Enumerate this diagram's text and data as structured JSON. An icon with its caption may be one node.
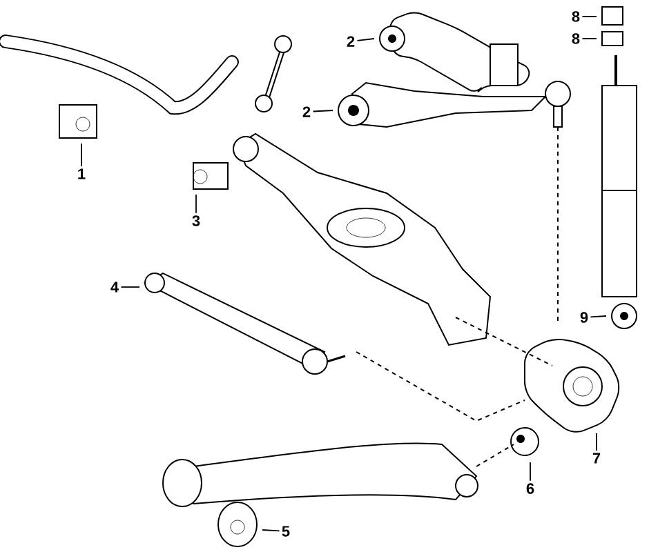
{
  "diagram": {
    "nodes": [
      {
        "text": [
          "1"
        ]
      },
      {
        "text": [
          "2"
        ]
      },
      {
        "text": [
          "2"
        ]
      },
      {
        "text": [
          "3"
        ]
      },
      {
        "text": [
          "4"
        ]
      },
      {
        "text": [
          "5"
        ]
      },
      {
        "text": [
          "6"
        ]
      },
      {
        "text": [
          "7"
        ]
      },
      {
        "text": [
          "8"
        ]
      },
      {
        "text": [
          "8"
        ]
      },
      {
        "text": [
          "9"
        ]
      }
    ],
    "edges": [
      {
        "from": 0,
        "to": null,
        "arrow": "none"
      },
      {
        "from": 1,
        "to": null,
        "arrow": "none"
      },
      {
        "from": 2,
        "to": null,
        "arrow": "none"
      },
      {
        "from": 3,
        "to": null,
        "arrow": "none"
      },
      {
        "from": 4,
        "to": null,
        "arrow": "none"
      },
      {
        "from": 5,
        "to": null,
        "arrow": "none"
      },
      {
        "from": 6,
        "to": null,
        "arrow": "none"
      },
      {
        "from": 7,
        "to": null,
        "arrow": "none"
      },
      {
        "from": 8,
        "to": null,
        "arrow": "none"
      },
      {
        "from": 9,
        "to": null,
        "arrow": "none"
      },
      {
        "from": 10,
        "to": null,
        "arrow": "none"
      }
    ]
  }
}
